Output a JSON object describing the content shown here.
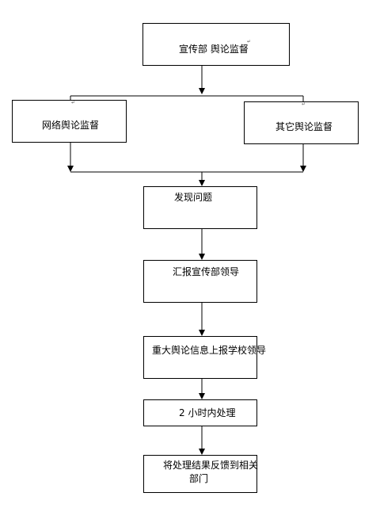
{
  "diagram": {
    "nodes": [
      {
        "id": "propaganda",
        "lines": [
          "宣传部 舆论监督"
        ]
      },
      {
        "id": "network",
        "lines": [
          "网络舆论监督"
        ]
      },
      {
        "id": "other",
        "lines": [
          "其它舆论监督"
        ]
      },
      {
        "id": "discover",
        "lines": [
          "发现问题"
        ]
      },
      {
        "id": "report",
        "lines": [
          "汇报宣传部领导"
        ]
      },
      {
        "id": "major",
        "lines": [
          "重大舆论信息上报学校领导"
        ]
      },
      {
        "id": "handle",
        "lines": [
          "2 小时内处理"
        ]
      },
      {
        "id": "feedback",
        "lines": [
          "将处理结果反馈到相关",
          "部门"
        ]
      }
    ],
    "edges": [
      {
        "from": "propaganda",
        "to": "network"
      },
      {
        "from": "propaganda",
        "to": "other"
      },
      {
        "from": "network",
        "to": "discover"
      },
      {
        "from": "other",
        "to": "discover"
      },
      {
        "from": "discover",
        "to": "report"
      },
      {
        "from": "report",
        "to": "major"
      },
      {
        "from": "major",
        "to": "handle"
      },
      {
        "from": "handle",
        "to": "feedback"
      }
    ],
    "colors": {
      "line": "#000000",
      "box_border": "#000000",
      "background": "#ffffff"
    }
  }
}
